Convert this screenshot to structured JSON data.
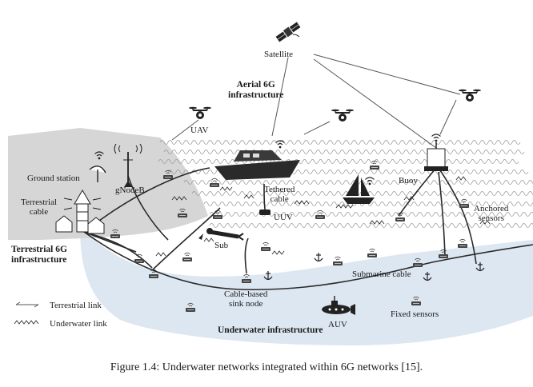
{
  "labels": {
    "satellite": "Satellite",
    "aerial_infra": "Aerial 6G\ninfrastructure",
    "uav": "UAV",
    "ground_station": "Ground station",
    "gnodeb": "gNodeB",
    "terrestrial_cable": "Terrestrial\ncable",
    "tethered_cable": "Tethered\ncable",
    "uuv": "UUV",
    "buoy": "Buoy",
    "anchored_sensors": "Anchored\nsensors",
    "terrestrial_infra": "Terrestrial 6G\ninfrastructure",
    "sub": "Sub",
    "submarine_cable": "Submarine cable",
    "cable_based_sink": "Cable-based\nsink node",
    "auv": "AUV",
    "fixed_sensors": "Fixed sensors",
    "underwater_infra": "Underwater infrastructure"
  },
  "legend": {
    "terrestrial_link": "Terrestrial link",
    "underwater_link": "Underwater link"
  },
  "caption": "Figure 1.4: Underwater networks integrated within 6G networks [15].",
  "colors": {
    "land": "#d6d6d6",
    "seabed": "#dde7f1",
    "ink": "#1a1a1a",
    "device": "#444444"
  },
  "icons": [
    "satellite-icon",
    "drone-icon",
    "boat-icon",
    "sailboat-icon",
    "lighthouse-icon",
    "buoy-icon",
    "sensor-icon",
    "anchor-icon",
    "diver-icon",
    "auv-icon"
  ]
}
